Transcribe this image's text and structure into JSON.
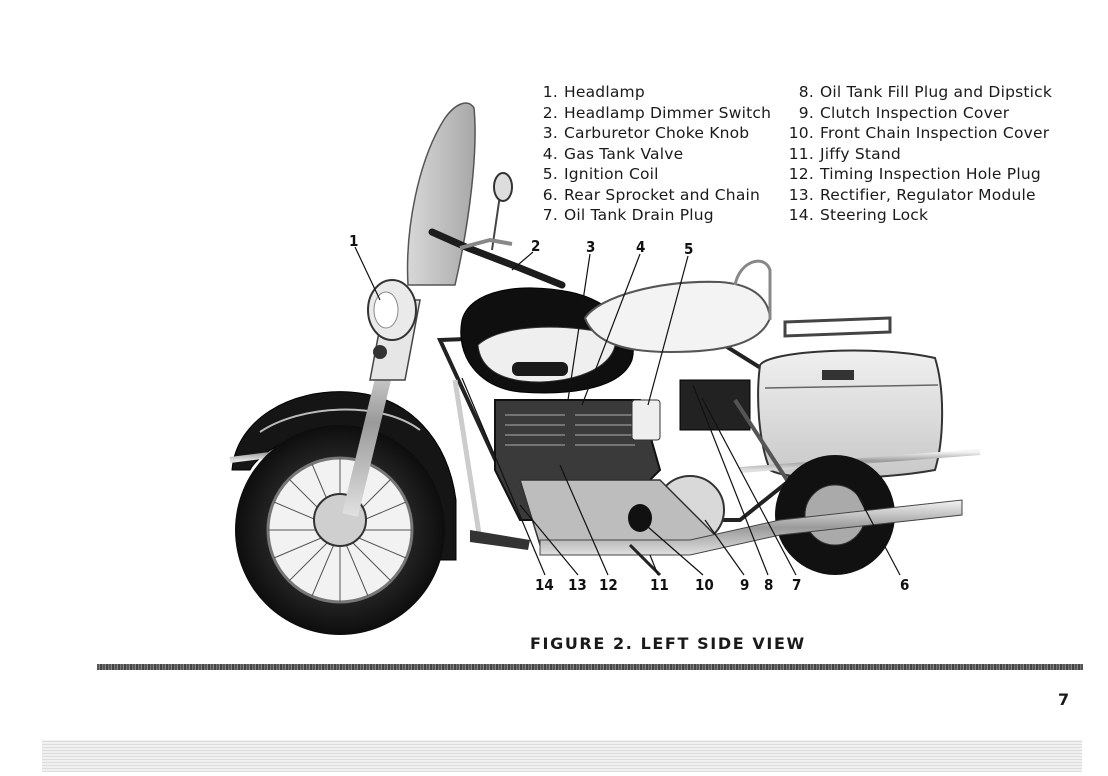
{
  "legend_left": [
    {
      "num": "1.",
      "label": "Headlamp"
    },
    {
      "num": "2.",
      "label": "Headlamp Dimmer Switch"
    },
    {
      "num": "3.",
      "label": "Carburetor Choke Knob"
    },
    {
      "num": "4.",
      "label": "Gas Tank Valve"
    },
    {
      "num": "5.",
      "label": "Ignition Coil"
    },
    {
      "num": "6.",
      "label": "Rear Sprocket and Chain"
    },
    {
      "num": "7.",
      "label": "Oil Tank Drain Plug"
    }
  ],
  "legend_right": [
    {
      "num": "8.",
      "label": "Oil Tank Fill Plug and Dipstick"
    },
    {
      "num": "9.",
      "label": "Clutch Inspection Cover"
    },
    {
      "num": "10.",
      "label": "Front Chain Inspection Cover"
    },
    {
      "num": "11.",
      "label": "Jiffy Stand"
    },
    {
      "num": "12.",
      "label": "Timing Inspection Hole Plug"
    },
    {
      "num": "13.",
      "label": "Rectifier, Regulator Module"
    },
    {
      "num": "14.",
      "label": "Steering Lock"
    }
  ],
  "callouts": {
    "c1": "1",
    "c2": "2",
    "c3": "3",
    "c4": "4",
    "c5": "5",
    "c14": "14",
    "c13": "13",
    "c12": "12",
    "c11": "11",
    "c10": "10",
    "c9": "9",
    "c8": "8",
    "c7": "7",
    "c6": "6"
  },
  "caption": "FIGURE 2. LEFT SIDE VIEW",
  "page_number": "7"
}
